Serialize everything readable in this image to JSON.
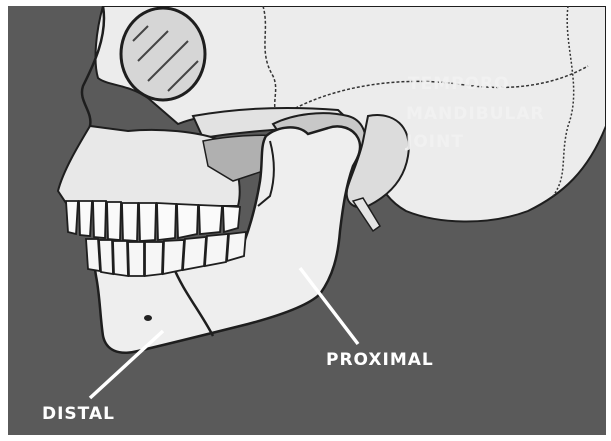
{
  "labels": {
    "tmj": [
      "TEMPORO",
      "MANDIBULAR",
      "JOINT"
    ],
    "proximal": "PROXIMAL",
    "distal": "DISTAL"
  },
  "colors": {
    "background": "#5a5a5a",
    "bone": "#ececec",
    "outline": "#1e1e1e",
    "label_text": "#ffffff",
    "pointer_line": "#ffffff"
  }
}
